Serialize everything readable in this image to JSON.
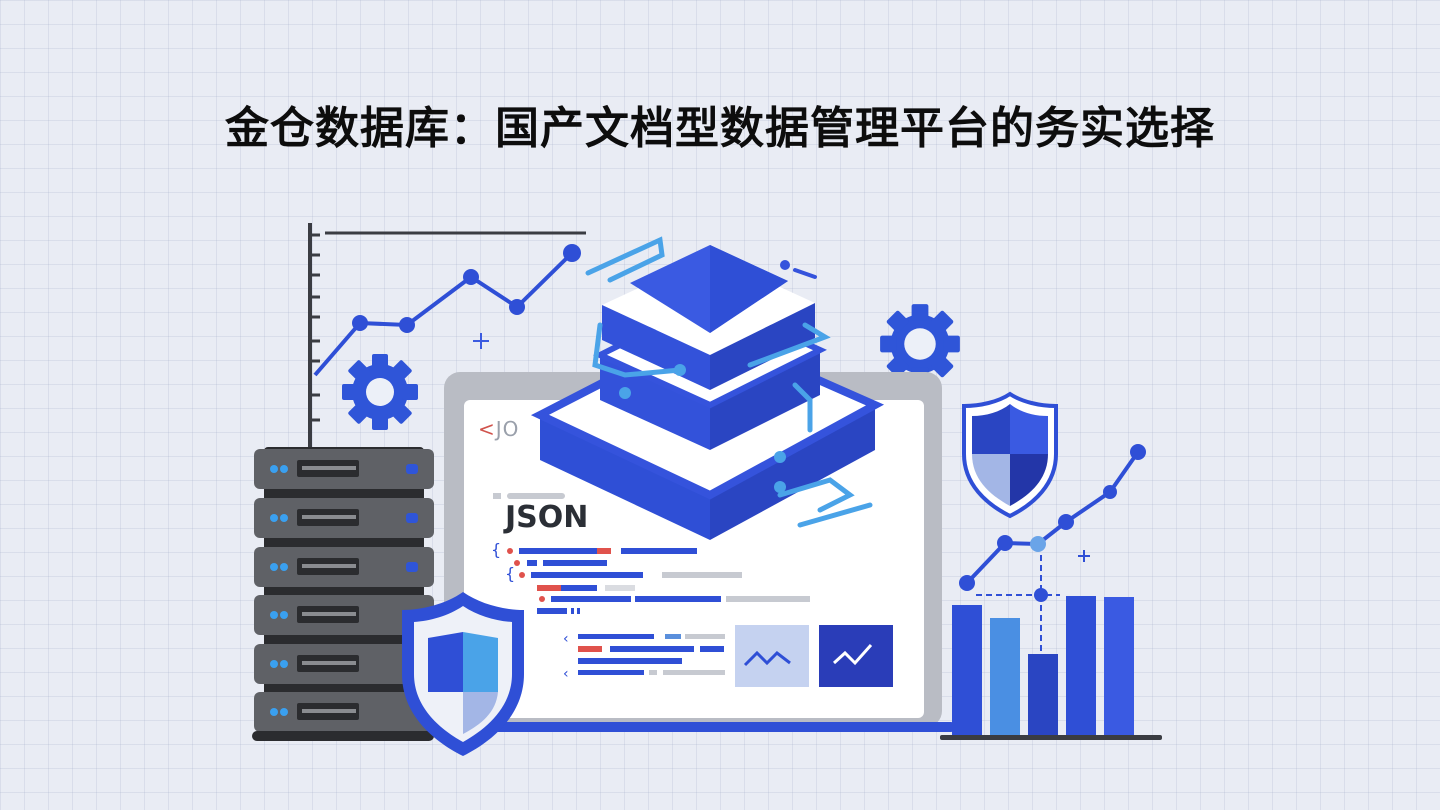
{
  "title": "金仓数据库：国产文档型数据管理平台的务实选择",
  "illustration": {
    "document_panel": {
      "brand_mark_prefix": "<",
      "brand_mark_text": "JO",
      "format_label": "JSON"
    },
    "icons": [
      "line-chart-icon",
      "gear-icon",
      "database-stack-icon",
      "server-rack-icon",
      "shield-icon",
      "bar-chart-icon"
    ]
  },
  "colors": {
    "background": "#e9ecf4",
    "primary_blue": "#2f4fd6",
    "light_blue": "#4aa3e8",
    "server_gray": "#5a5c61",
    "accent_red": "#e0524c",
    "title_text": "#0d0d0d"
  },
  "server_rack": {
    "units": 6
  },
  "chart_data": [
    {
      "type": "line",
      "title": "",
      "xlabel": "",
      "ylabel": "",
      "x": [
        1,
        2,
        3,
        4,
        5,
        6
      ],
      "values": [
        20,
        48,
        44,
        64,
        54,
        78
      ],
      "grid": false
    },
    {
      "type": "bar",
      "title": "",
      "categories": [
        "1",
        "2",
        "3",
        "4",
        "5"
      ],
      "values": [
        88,
        78,
        55,
        93,
        92
      ],
      "overlay_line": [
        42,
        52,
        52,
        68,
        78,
        88
      ],
      "grid": false
    }
  ]
}
